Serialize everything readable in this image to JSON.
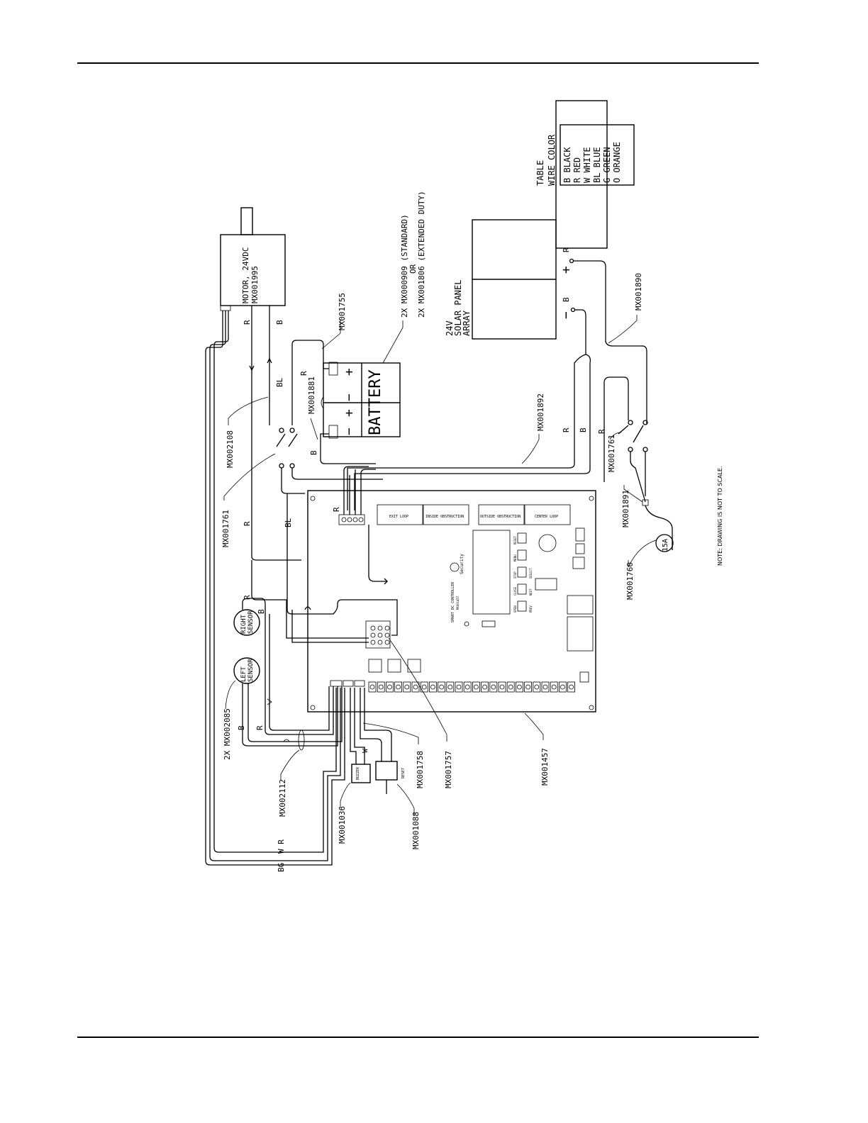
{
  "table": {
    "title": "TABLE",
    "subtitle": "WIRE COLOR",
    "rows": [
      "B BLACK",
      "R RED",
      "W WHITE",
      "BL BLUE",
      "G GREEN",
      "O ORANGE"
    ]
  },
  "motor": {
    "line1": "MOTOR, 24VDC",
    "line2": "MX001995"
  },
  "battery": {
    "label": "BATTERY",
    "plus": "+",
    "minus": "−"
  },
  "battery_note": {
    "line1": "2X  MX000909 (STANDARD)",
    "line2": "OR",
    "line3": "2X   MX001806 (EXTENDED DUTY)"
  },
  "solar": {
    "line1": "24V",
    "line2": "SOLAR PANEL",
    "line3": "ARRAY",
    "plus": "+",
    "minus": "−"
  },
  "sensors": {
    "right": [
      "RIGHT",
      "SENSOR"
    ],
    "left": [
      "LEFT",
      "SENSOR"
    ]
  },
  "fuse": "15A",
  "note": "NOTE: DRAWING IS NOT TO SCALE.",
  "wires": {
    "r": "R",
    "b": "B",
    "bl": "BL",
    "w": "W",
    "bg": "BG",
    "wr": "W R"
  },
  "parts": {
    "mx001755": "MX001755",
    "mx001881": "MX001881",
    "mx002108": "MX002108",
    "mx001761_left": "MX001761",
    "mx001892": "MX001892",
    "mx001890": "MX001890",
    "mx001761_right": "MX001761",
    "mx001891": "MX001891",
    "mx001760": "MX001760",
    "mx002085": "2X  MX002085",
    "mx002112": "MX002112",
    "mx001036": "MX001036",
    "mx001088": "MX001088",
    "mx001758": "MX001758",
    "mx001757": "MX001757",
    "mx001457": "MX001457"
  },
  "board": {
    "title": "SMART DC CONTROLLER",
    "sub": "MX001457",
    "brand": "Security",
    "loops": [
      "EXIT LOOP",
      "INSIDE OBSTRUCTION",
      "OUTSIDE OBSTRUCTION",
      "CENTER LOOP"
    ],
    "buttons": [
      "OPEN",
      "PREV",
      "CLOSE",
      "NEXT",
      "STOP",
      "SELECT",
      "MENU",
      "RESET"
    ],
    "buzzer": "BUZZER",
    "reset": "RESET"
  }
}
